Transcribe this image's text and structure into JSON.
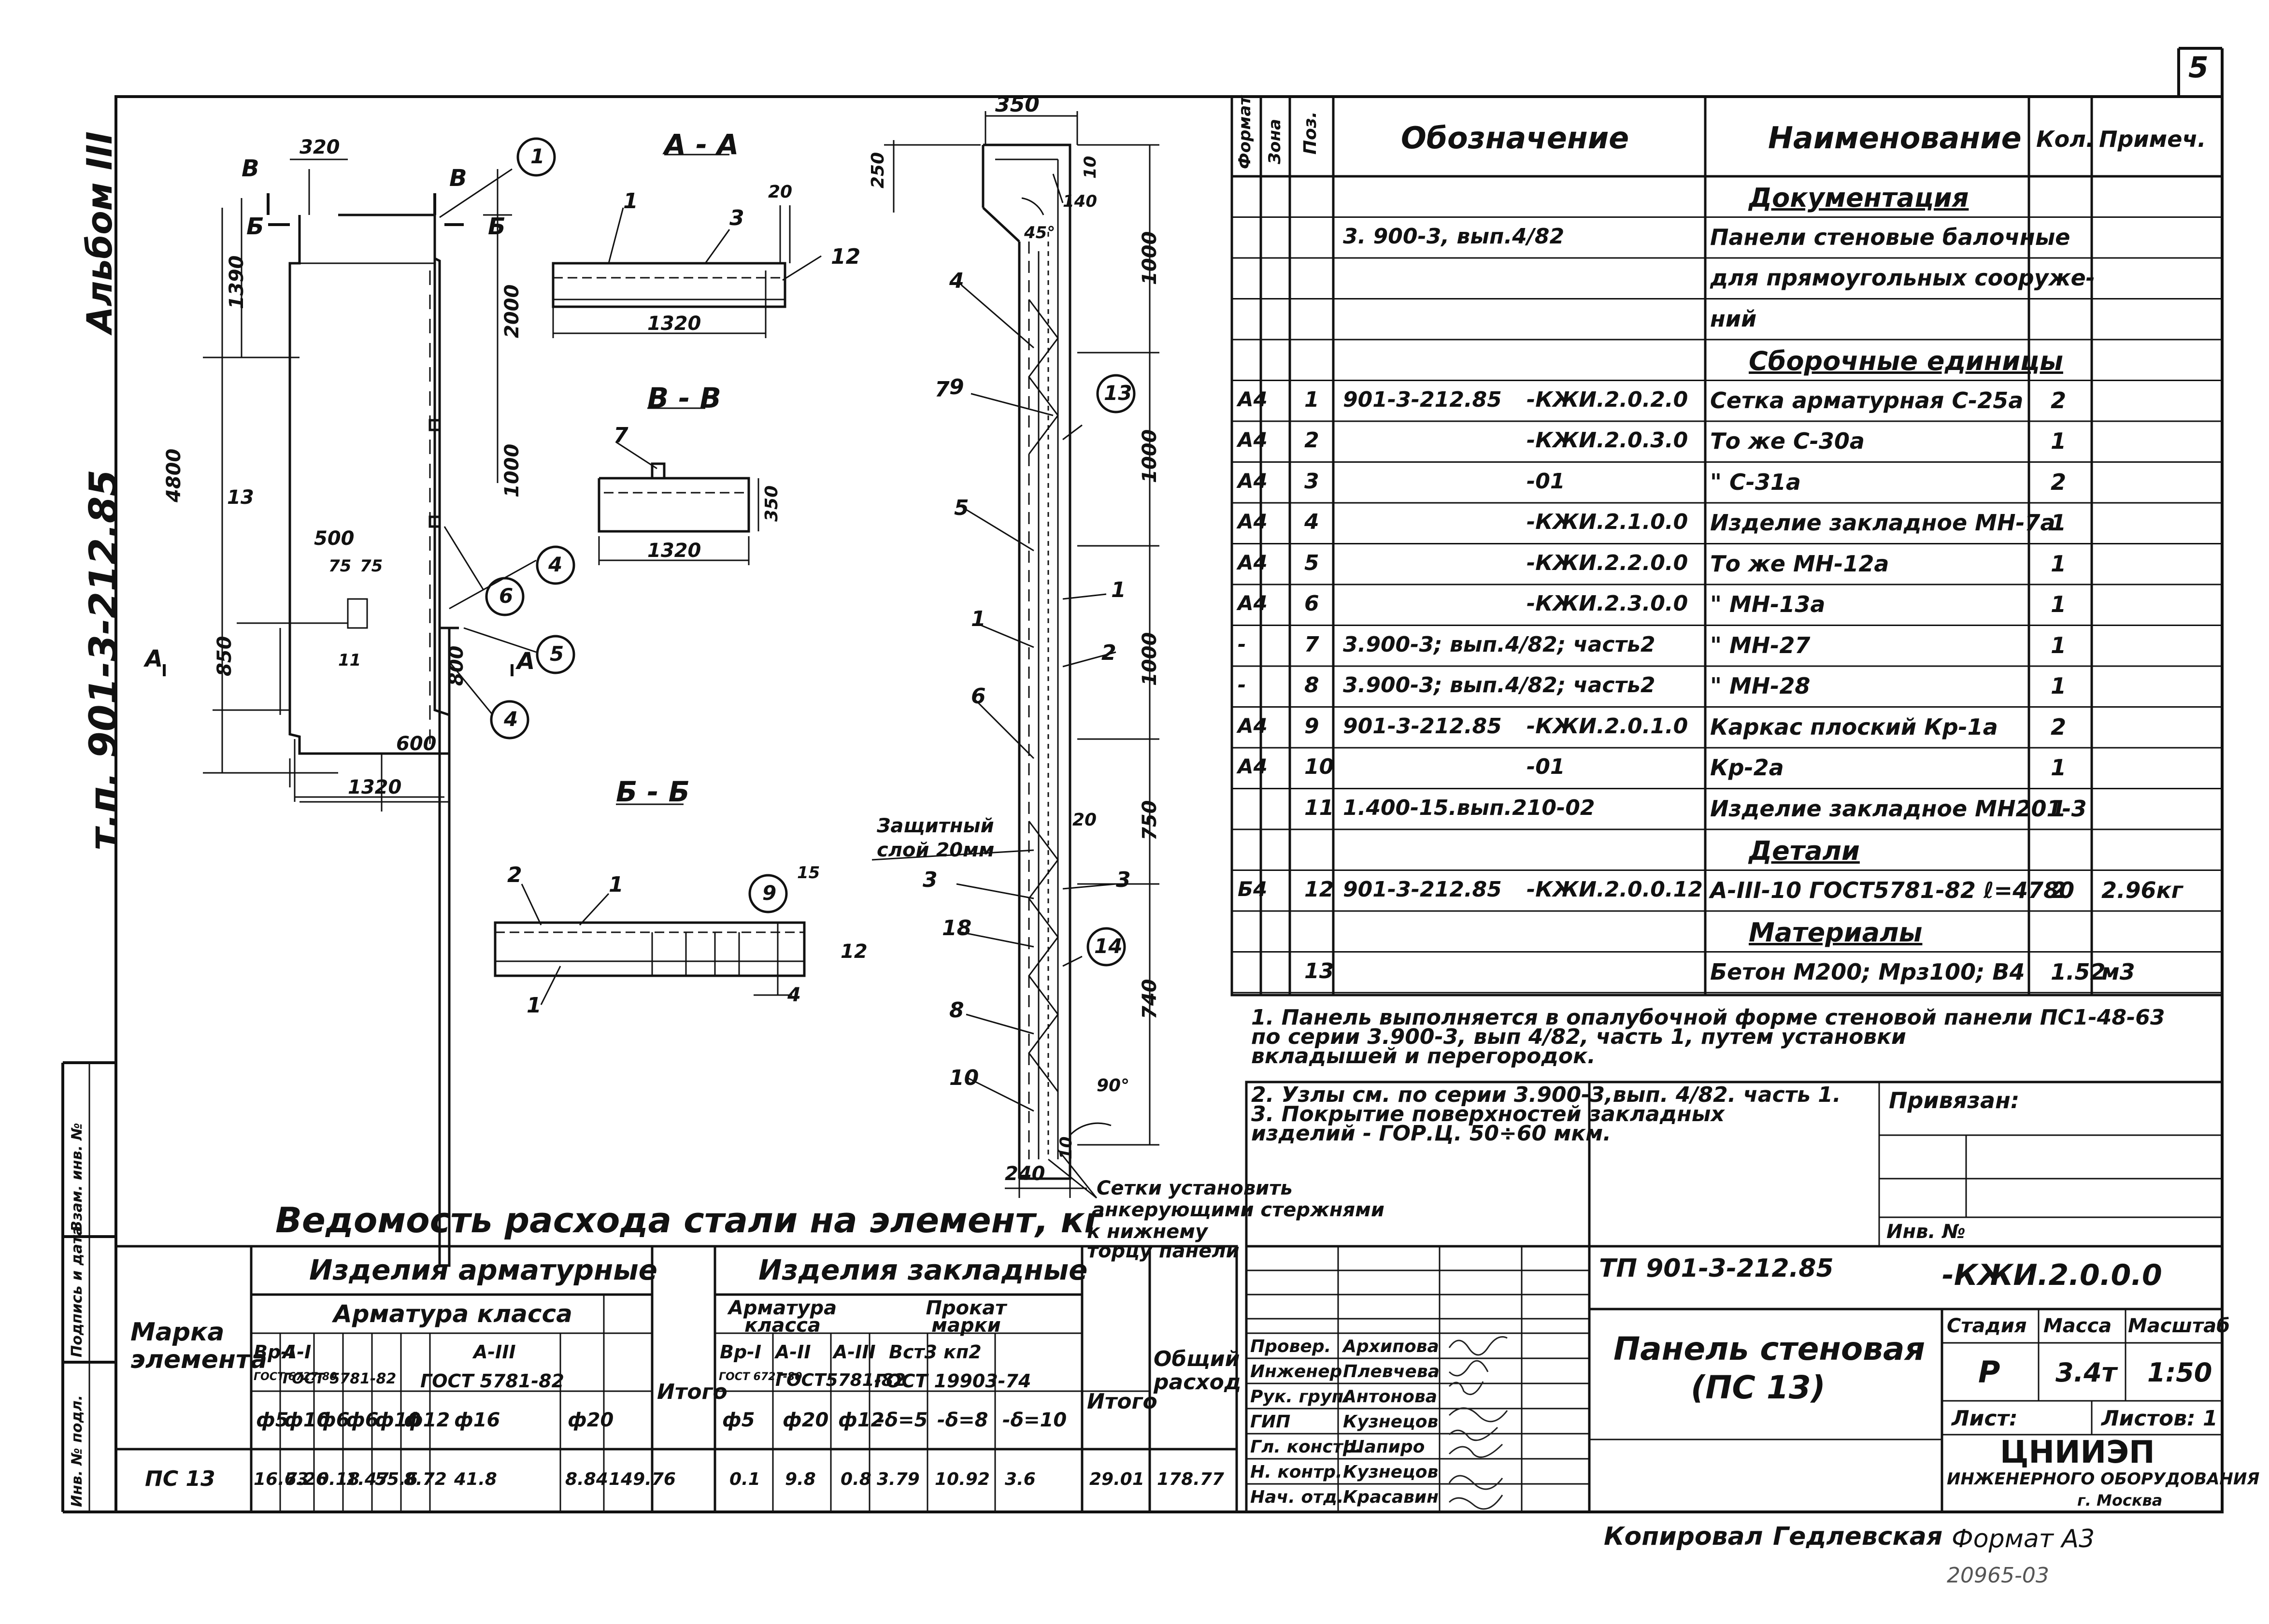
{
  "sheet_number": "5",
  "album": "Альбом III",
  "doc_code_vertical": "т.п. 901-3-212.85",
  "left_strip": [
    "Инв. № подл.",
    "Подпись и дата",
    "Взам. инв. №"
  ],
  "views": {
    "aa": "А - А",
    "bb": "В - В",
    "vv": "Б - Б",
    "cut_b": "Б",
    "cut_v": "В",
    "cut_a": "А"
  },
  "dims": {
    "d320": "320",
    "d1390": "1390",
    "d4800": "4800",
    "d2000": "2000",
    "d1000": "1000",
    "d500": "500",
    "d75a": "75",
    "d75b": "75",
    "d850": "850",
    "d800": "800",
    "d600": "600",
    "d1320a": "1320",
    "d1320b": "1320",
    "d1320c": "1320",
    "d350a": "350",
    "d350b": "350",
    "d20a": "20",
    "d250": "250",
    "d140a": "140",
    "d10a": "10",
    "d45": "45°",
    "d1000a": "1000",
    "d1000b": "1000",
    "d1000c": "1000",
    "d750": "750",
    "d20b": "20",
    "d740": "740",
    "d90": "90°",
    "d240": "240",
    "d10b": "10",
    "d15": "15",
    "d12": "12",
    "d13": "13",
    "d11": "11"
  },
  "protective_layer": [
    "Защитный",
    "слой 20мм"
  ],
  "anchor_note": [
    "Сетки установить",
    "анкерующими стержнями",
    "к нижнему",
    "торцу панели"
  ],
  "spec_headers": {
    "format": "Формат",
    "zone": "Зона",
    "pos": "Поз.",
    "designation": "Обозначение",
    "name": "Наименование",
    "qty": "Кол.",
    "note": "Примеч."
  },
  "spec_rows": [
    {
      "fmt": "",
      "pos": "",
      "code": "",
      "code2": "",
      "name": "Документация",
      "qty": "",
      "note": "",
      "heading": true
    },
    {
      "fmt": "",
      "pos": "",
      "code": "3. 900-3, вып.4/82",
      "code2": "",
      "name": "Панели стеновые балочные",
      "qty": "",
      "note": ""
    },
    {
      "fmt": "",
      "pos": "",
      "code": "",
      "code2": "",
      "name": "для прямоугольных сооруже-",
      "qty": "",
      "note": ""
    },
    {
      "fmt": "",
      "pos": "",
      "code": "",
      "code2": "",
      "name": "ний",
      "qty": "",
      "note": ""
    },
    {
      "fmt": "",
      "pos": "",
      "code": "",
      "code2": "",
      "name": "Сборочные единицы",
      "qty": "",
      "note": "",
      "heading": true
    },
    {
      "fmt": "А4",
      "pos": "1",
      "code": "901-3-212.85",
      "code2": "-КЖИ.2.0.2.0",
      "name": "Сетка арматурная С-25а",
      "qty": "2",
      "note": ""
    },
    {
      "fmt": "А4",
      "pos": "2",
      "code": "",
      "code2": "-КЖИ.2.0.3.0",
      "name": "То же          С-30а",
      "qty": "1",
      "note": ""
    },
    {
      "fmt": "А4",
      "pos": "3",
      "code": "",
      "code2": "-01",
      "name": "\"              С-31а",
      "qty": "2",
      "note": ""
    },
    {
      "fmt": "А4",
      "pos": "4",
      "code": "",
      "code2": "-КЖИ.2.1.0.0",
      "name": "Изделие закладное МН-7а",
      "qty": "1",
      "note": ""
    },
    {
      "fmt": "А4",
      "pos": "5",
      "code": "",
      "code2": "-КЖИ.2.2.0.0",
      "name": "То же           МН-12а",
      "qty": "1",
      "note": ""
    },
    {
      "fmt": "А4",
      "pos": "6",
      "code": "",
      "code2": "-КЖИ.2.3.0.0",
      "name": "\"              МН-13а",
      "qty": "1",
      "note": ""
    },
    {
      "fmt": "-",
      "pos": "7",
      "code": "3.900-3; вып.4/82; часть2",
      "code2": "",
      "name": "\"              МН-27",
      "qty": "1",
      "note": ""
    },
    {
      "fmt": "-",
      "pos": "8",
      "code": "3.900-3; вып.4/82; часть2",
      "code2": "",
      "name": "\"              МН-28",
      "qty": "1",
      "note": ""
    },
    {
      "fmt": "А4",
      "pos": "9",
      "code": "901-3-212.85",
      "code2": "-КЖИ.2.0.1.0",
      "name": "Каркас плоский Кр-1а",
      "qty": "2",
      "note": ""
    },
    {
      "fmt": "А4",
      "pos": "10",
      "code": "",
      "code2": "-01",
      "name": "              Кр-2а",
      "qty": "1",
      "note": ""
    },
    {
      "fmt": "",
      "pos": "11",
      "code": "1.400-15.вып.210-02",
      "code2": "",
      "name": "Изделие закладное МН201-3",
      "qty": "1",
      "note": ""
    },
    {
      "fmt": "",
      "pos": "",
      "code": "",
      "code2": "",
      "name": "Детали",
      "qty": "",
      "note": "",
      "heading": true
    },
    {
      "fmt": "Б4",
      "pos": "12",
      "code": "901-3-212.85",
      "code2": "-КЖИ.2.0.0.12",
      "name": "А-III-10 ГОСТ5781-82 ℓ=4780",
      "qty": "2",
      "note": "2.96кг"
    },
    {
      "fmt": "",
      "pos": "",
      "code": "",
      "code2": "",
      "name": "Материалы",
      "qty": "",
      "note": "",
      "heading": true
    },
    {
      "fmt": "",
      "pos": "13",
      "code": "",
      "code2": "",
      "name": "Бетон М200; Мрз100; В4",
      "qty": "1.52",
      "note": "м3"
    }
  ],
  "notes": [
    "1. Панель выполняется в опалубочной форме стеновой панели ПС1-48-63",
    "    по серии  3.900-3, вып 4/82, часть 1, путем установки",
    "    вкладышей и перегородок.",
    "2. Узлы см. по серии 3.900-3,вып. 4/82. часть 1.",
    "3. Покрытие поверхностей закладных",
    "    изделий  -  ГОР.Ц. 50÷60 мкм."
  ],
  "privyazan": "Привязан:",
  "inv_no": "Инв. №",
  "steel_title": "Ведомость расхода стали на элемент, кг",
  "steel": {
    "mark_header": "Марка элемента",
    "reinf_header": "Изделия арматурные",
    "reinf_class": "Арматура  класса",
    "emb_header": "Изделия  закладные",
    "emb_class": "Арматура класса",
    "rolled": "Прокат марки",
    "total_header": "Итого",
    "total2_header": "Итого",
    "grand_header": "Общий расход",
    "classes": [
      "Вр-I",
      "А-I",
      "А-III",
      "Вр-I",
      "А-II",
      "А-III",
      "Вст3 кп2"
    ],
    "gosts": [
      "ГОСТ 6727-80",
      "ГОСТ 5781-82",
      "ГОСТ 5781-82",
      "ГОСТ 6727-80",
      "ГОСТ5781-82",
      "ГОСТ 19903-74"
    ],
    "diams": [
      "ф5",
      "ф10",
      "ф6",
      "ф6",
      "ф10",
      "ф12",
      "ф16",
      "ф20",
      "ф5",
      "ф20",
      "ф12",
      "-δ=5",
      "-δ=8",
      "-δ=10"
    ],
    "row_mark": "ПС 13",
    "row_values": [
      "16.63",
      "7.26",
      "0.18",
      "1.47",
      "55.6",
      "8.72",
      "41.8",
      "8.84",
      "149.76",
      "0.1",
      "9.8",
      "0.8",
      "3.79",
      "10.92",
      "3.6",
      "29.01",
      "178.77"
    ]
  },
  "title_block": {
    "code": "ТП 901-3-212.85",
    "kzh": "-КЖИ.2.0.0.0",
    "name1": "Панель стеновая",
    "name2": "(ПС 13)",
    "stage_h": "Стадия",
    "mass_h": "Масса",
    "scale_h": "Масштаб",
    "stage": "Р",
    "mass": "3.4т",
    "scale": "1:50",
    "sheet": "Лист:",
    "sheets": "Листов: 1",
    "org1": "ЦНИИЭП",
    "org2": "ИНЖЕНЕРНОГО ОБОРУДОВАНИЯ",
    "org3": "г. Москва",
    "people": [
      {
        "role": "Провер.",
        "name": "Архипова"
      },
      {
        "role": "Инженер",
        "name": "Плевчева"
      },
      {
        "role": "Рук. груп.",
        "name": "Антонова"
      },
      {
        "role": "ГИП",
        "name": "Кузнецов"
      },
      {
        "role": "Гл. констр.",
        "name": "Шапиро"
      },
      {
        "role": "Н. контр.",
        "name": "Кузнецов"
      },
      {
        "role": "Нач. отд.",
        "name": "Красавин"
      }
    ]
  },
  "copied": "Копировал",
  "copier": "Гедлевская",
  "format": "Формат  А3",
  "stamp_no": "20965-03"
}
